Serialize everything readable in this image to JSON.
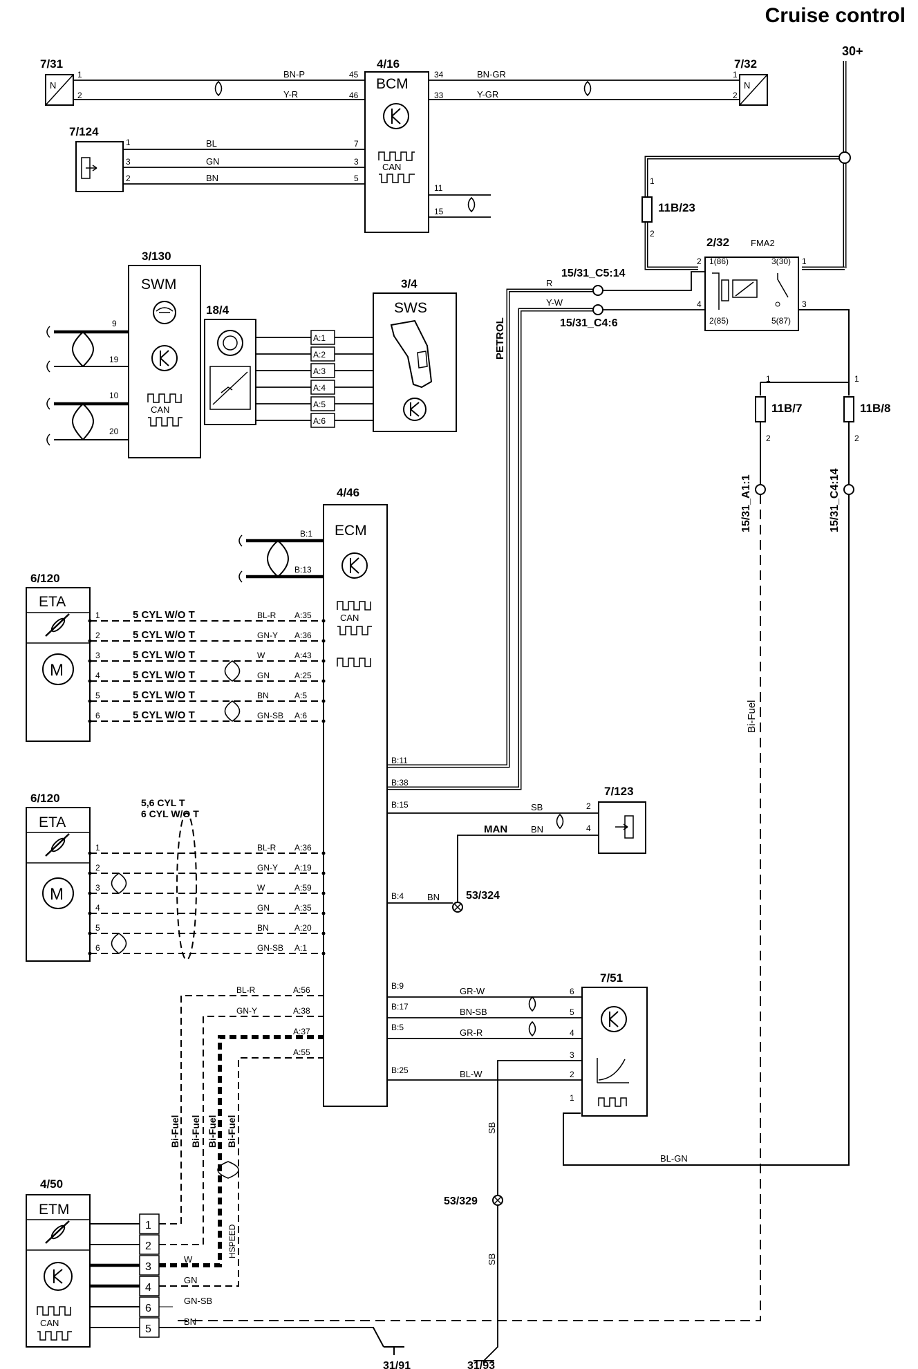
{
  "title": "Cruise control",
  "power": {
    "label": "30+"
  },
  "components": {
    "c731": {
      "id": "7/31",
      "letter": "N",
      "pins": [
        "1",
        "2"
      ]
    },
    "c732": {
      "id": "7/32",
      "letter": "N",
      "pins": [
        "1",
        "2"
      ]
    },
    "c416": {
      "id": "4/16",
      "name": "BCM",
      "can": "CAN",
      "pins_left": [
        "45",
        "46",
        "7",
        "3",
        "5"
      ],
      "pins_right": [
        "34",
        "33",
        "11",
        "15"
      ]
    },
    "c7124": {
      "id": "7/124",
      "pins": [
        "1",
        "3",
        "2"
      ]
    },
    "c3130": {
      "id": "3/130",
      "name": "SWM",
      "can": "CAN",
      "pins": [
        "9",
        "19",
        "10",
        "20"
      ]
    },
    "c184": {
      "id": "18/4"
    },
    "c34": {
      "id": "3/4",
      "name": "SWS",
      "pins": [
        "A:1",
        "A:2",
        "A:3",
        "A:4",
        "A:5",
        "A:6"
      ]
    },
    "c446": {
      "id": "4/46",
      "name": "ECM",
      "can": "CAN",
      "pins_top": [
        "B:1",
        "B:13"
      ]
    },
    "c6120a": {
      "id": "6/120",
      "name": "ETA",
      "motor": "M"
    },
    "c6120b": {
      "id": "6/120",
      "name": "ETA",
      "motor": "M"
    },
    "c450": {
      "id": "4/50",
      "name": "ETM",
      "can": "CAN",
      "pins": [
        "1",
        "2",
        "3",
        "4",
        "6",
        "5"
      ]
    },
    "c7123": {
      "id": "7/123",
      "pins": [
        "2",
        "4"
      ]
    },
    "c751": {
      "id": "7/51",
      "pins": [
        "6",
        "5",
        "4",
        "3",
        "2",
        "1"
      ]
    },
    "c232": {
      "id": "2/32",
      "name": "FMA2",
      "pins": [
        "2",
        "1(86)",
        "3(30)",
        "1",
        "4",
        "2(85)",
        "5(87)",
        "3"
      ]
    },
    "f11b23": {
      "id": "11B/23",
      "pins": [
        "1",
        "2"
      ]
    },
    "f11b7": {
      "id": "11B/7",
      "pins": [
        "1",
        "2"
      ]
    },
    "f11b8": {
      "id": "11B/8",
      "pins": [
        "1",
        "2"
      ]
    }
  },
  "connectors": {
    "c5_14": "15/31_C5:14",
    "c4_6": "15/31_C4:6",
    "a1_1": "15/31_A1:1",
    "c4_14": "15/31_C4:14"
  },
  "grounds": {
    "g324": "53/324",
    "g329": "53/329",
    "g3191": "31/91",
    "g3193": "31/93"
  },
  "labels": {
    "petrol": "PETROL",
    "bifuel": "Bi-Fuel",
    "man": "MAN",
    "hspeed": "HSPEED",
    "cyl_t1": "5,6 CYL T",
    "cyl_t2": "6 CYL W/O T",
    "cyl5": "5 CYL W/O T"
  },
  "wires": {
    "bcm_top": [
      "BN-P",
      "Y-R",
      "BN-GR",
      "Y-GR"
    ],
    "bcm_7124": [
      "BL",
      "GN",
      "BN"
    ],
    "relay": [
      "R",
      "Y-W"
    ],
    "eta1": [
      {
        "n": "1",
        "c": "BL-R",
        "p": "A:35"
      },
      {
        "n": "2",
        "c": "GN-Y",
        "p": "A:36"
      },
      {
        "n": "3",
        "c": "W",
        "p": "A:43"
      },
      {
        "n": "4",
        "c": "GN",
        "p": "A:25"
      },
      {
        "n": "5",
        "c": "BN",
        "p": "A:5"
      },
      {
        "n": "6",
        "c": "GN-SB",
        "p": "A:6"
      }
    ],
    "eta2": [
      {
        "n": "1",
        "c": "BL-R",
        "p": "A:36"
      },
      {
        "n": "2",
        "c": "GN-Y",
        "p": "A:19"
      },
      {
        "n": "3",
        "c": "W",
        "p": "A:59"
      },
      {
        "n": "4",
        "c": "GN",
        "p": "A:35"
      },
      {
        "n": "5",
        "c": "BN",
        "p": "A:20"
      },
      {
        "n": "6",
        "c": "GN-SB",
        "p": "A:1"
      }
    ],
    "ecm_b": [
      "B:11",
      "B:38",
      "B:15",
      "B:4",
      "B:9",
      "B:17",
      "B:5",
      "B:25"
    ],
    "etm_a": [
      {
        "c": "BL-R",
        "p": "A:56"
      },
      {
        "c": "GN-Y",
        "p": "A:38"
      },
      {
        "c": "",
        "p": "A:37"
      },
      {
        "c": "",
        "p": "A:55"
      }
    ],
    "sensor": [
      "SB",
      "BN",
      "BN"
    ],
    "s751": [
      "GR-W",
      "BN-SB",
      "GR-R",
      "BL-W"
    ],
    "misc": [
      "BL-GN",
      "SB",
      "SB",
      "W",
      "GN",
      "GN-SB",
      "BN"
    ]
  }
}
